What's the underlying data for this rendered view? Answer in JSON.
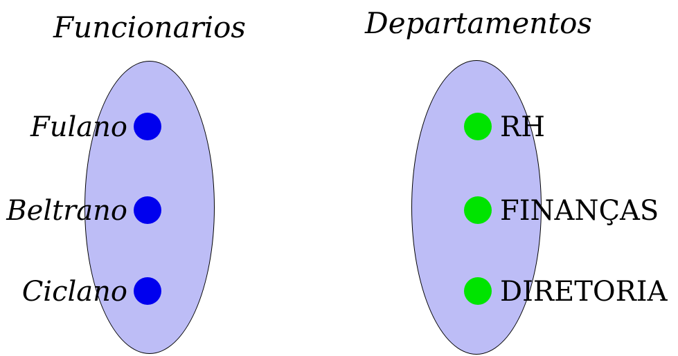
{
  "diagram": {
    "type": "set-diagram",
    "sets": {
      "funcionarios": {
        "title": "Funcionarios",
        "dot_color": "#0000ee",
        "label_side": "left",
        "items": [
          {
            "label": "Fulano"
          },
          {
            "label": "Beltrano"
          },
          {
            "label": "Ciclano"
          }
        ]
      },
      "departamentos": {
        "title": "Departamentos",
        "dot_color": "#00e400",
        "label_side": "right",
        "items": [
          {
            "label": "RH"
          },
          {
            "label": "FINANÇAS"
          },
          {
            "label": "DIRETORIA"
          }
        ]
      }
    },
    "colors": {
      "ellipse_fill": "#bdbdf6",
      "ellipse_stroke": "#000000",
      "background": "#ffffff",
      "text": "#000000"
    }
  }
}
